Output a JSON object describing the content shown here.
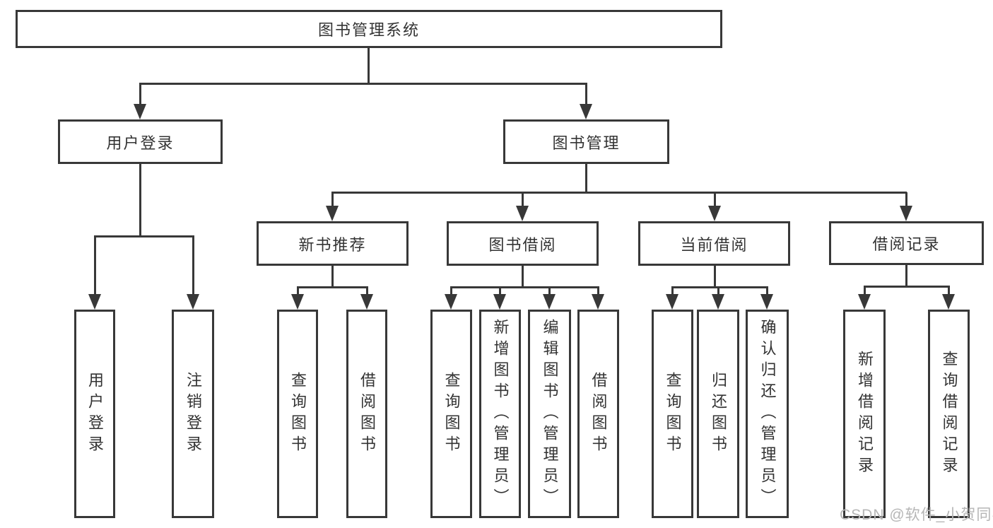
{
  "colors": {
    "line": "#383838",
    "box_border": "#383838",
    "box_fill": "#ffffff",
    "text": "#333333",
    "watermark": "#b6b6b6",
    "background": "#ffffff"
  },
  "watermark": {
    "text": "CSDN @软件_小贺同学"
  },
  "tree": {
    "label": "图书管理系统",
    "children": [
      {
        "label": "用户登录",
        "children": [
          {
            "label": "用户登录"
          },
          {
            "label": "注销登录"
          }
        ]
      },
      {
        "label": "图书管理",
        "children": [
          {
            "label": "新书推荐",
            "children": [
              {
                "label": "查询图书"
              },
              {
                "label": "借阅图书"
              }
            ]
          },
          {
            "label": "图书借阅",
            "children": [
              {
                "label": "查询图书"
              },
              {
                "label": "新增图书（管理员）"
              },
              {
                "label": "编辑图书（管理员）"
              },
              {
                "label": "借阅图书"
              }
            ]
          },
          {
            "label": "当前借阅",
            "children": [
              {
                "label": "查询图书"
              },
              {
                "label": "归还图书"
              },
              {
                "label": "确认归还（管理员）"
              }
            ]
          },
          {
            "label": "借阅记录",
            "children": [
              {
                "label": "新增借阅记录"
              },
              {
                "label": "查询借阅记录"
              }
            ]
          }
        ]
      }
    ]
  }
}
